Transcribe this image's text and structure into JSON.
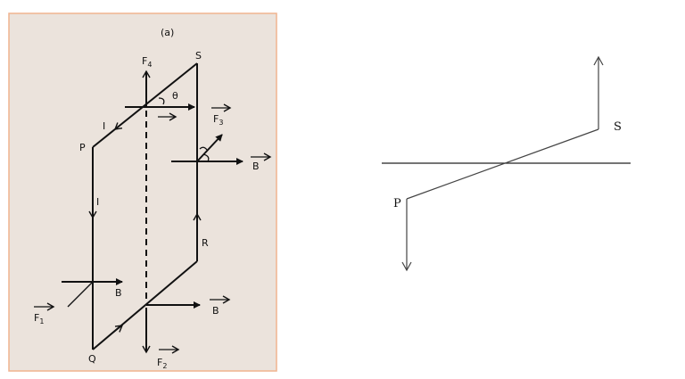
{
  "panel_a": {
    "title": "(a)",
    "background": "#ebe3dc",
    "border": "#f0b48f",
    "labels": {
      "P": "P",
      "Q": "Q",
      "R": "R",
      "S": "S",
      "theta": "θ",
      "I_top": "I",
      "I_left": "I",
      "F1": "F",
      "F1_sub": "1",
      "F2": "F",
      "F2_sub": "2",
      "F3": "F",
      "F3_sub": "3",
      "F4": "F",
      "F4_sub": "4",
      "B_right": "B",
      "B_left": "B",
      "B_bottom": "B"
    }
  },
  "panel_b": {
    "labels": {
      "P": "P",
      "S": "S"
    }
  }
}
